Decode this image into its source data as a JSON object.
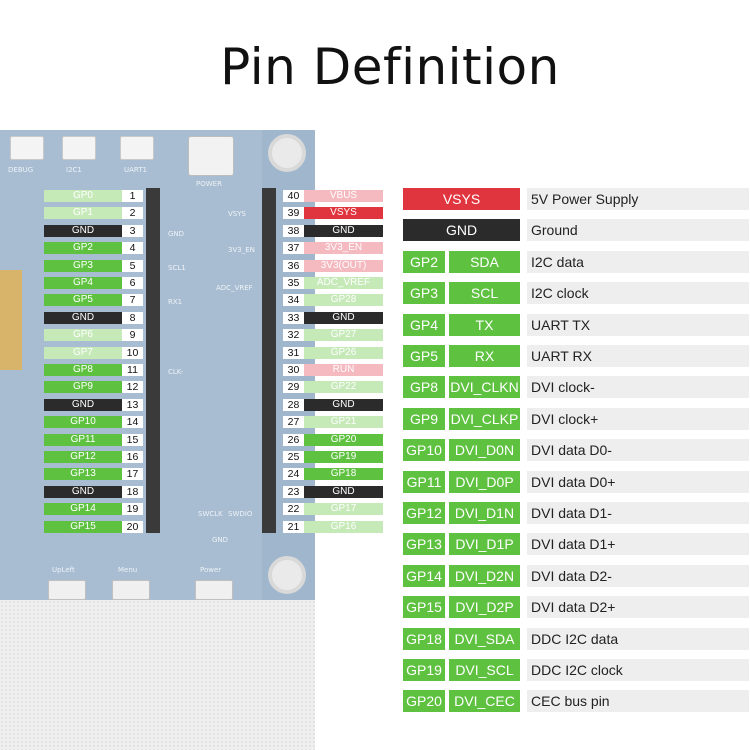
{
  "title": "Pin Definition",
  "colors": {
    "green": "#5ec140",
    "light_green": "#c6e9b8",
    "black": "#2b2b2b",
    "red": "#e0343f",
    "pink": "#f5b9c0",
    "board": "#a8bdd2"
  },
  "board_silk": [
    "DEBUG",
    "I2C1",
    "UART1",
    "POWER",
    "VSYS",
    "GND",
    "3V3_EN",
    "SCL1",
    "ADC_VREF",
    "RX1",
    "CLK-",
    "SWCLK",
    "SWDIO",
    "GND",
    "UpLeft",
    "Menu",
    "Power"
  ],
  "left_pins": [
    {
      "label": "GP0",
      "num": "1",
      "color": "lgreen"
    },
    {
      "label": "GP1",
      "num": "2",
      "color": "lgreen"
    },
    {
      "label": "GND",
      "num": "3",
      "color": "black"
    },
    {
      "label": "GP2",
      "num": "4",
      "color": "green"
    },
    {
      "label": "GP3",
      "num": "5",
      "color": "green"
    },
    {
      "label": "GP4",
      "num": "6",
      "color": "green"
    },
    {
      "label": "GP5",
      "num": "7",
      "color": "green"
    },
    {
      "label": "GND",
      "num": "8",
      "color": "black"
    },
    {
      "label": "GP6",
      "num": "9",
      "color": "lgreen"
    },
    {
      "label": "GP7",
      "num": "10",
      "color": "lgreen"
    },
    {
      "label": "GP8",
      "num": "11",
      "color": "green"
    },
    {
      "label": "GP9",
      "num": "12",
      "color": "green"
    },
    {
      "label": "GND",
      "num": "13",
      "color": "black"
    },
    {
      "label": "GP10",
      "num": "14",
      "color": "green"
    },
    {
      "label": "GP11",
      "num": "15",
      "color": "green"
    },
    {
      "label": "GP12",
      "num": "16",
      "color": "green"
    },
    {
      "label": "GP13",
      "num": "17",
      "color": "green"
    },
    {
      "label": "GND",
      "num": "18",
      "color": "black"
    },
    {
      "label": "GP14",
      "num": "19",
      "color": "green"
    },
    {
      "label": "GP15",
      "num": "20",
      "color": "green"
    }
  ],
  "right_pins": [
    {
      "label": "VBUS",
      "num": "40",
      "color": "pink"
    },
    {
      "label": "VSYS",
      "num": "39",
      "color": "red"
    },
    {
      "label": "GND",
      "num": "38",
      "color": "black"
    },
    {
      "label": "3V3_EN",
      "num": "37",
      "color": "pink"
    },
    {
      "label": "3V3(OUT)",
      "num": "36",
      "color": "pink"
    },
    {
      "label": "ADC_VREF",
      "num": "35",
      "color": "lgreen"
    },
    {
      "label": "GP28",
      "num": "34",
      "color": "lgreen"
    },
    {
      "label": "GND",
      "num": "33",
      "color": "black"
    },
    {
      "label": "GP27",
      "num": "32",
      "color": "lgreen"
    },
    {
      "label": "GP26",
      "num": "31",
      "color": "lgreen"
    },
    {
      "label": "RUN",
      "num": "30",
      "color": "pink"
    },
    {
      "label": "GP22",
      "num": "29",
      "color": "lgreen"
    },
    {
      "label": "GND",
      "num": "28",
      "color": "black"
    },
    {
      "label": "GP21",
      "num": "27",
      "color": "lgreen"
    },
    {
      "label": "GP20",
      "num": "26",
      "color": "green"
    },
    {
      "label": "GP19",
      "num": "25",
      "color": "green"
    },
    {
      "label": "GP18",
      "num": "24",
      "color": "green"
    },
    {
      "label": "GND",
      "num": "23",
      "color": "black"
    },
    {
      "label": "GP17",
      "num": "22",
      "color": "lgreen"
    },
    {
      "label": "GP16",
      "num": "21",
      "color": "lgreen"
    }
  ],
  "definitions": [
    {
      "pin": "VSYS",
      "func": "",
      "desc": "5V Power Supply",
      "color": "red"
    },
    {
      "pin": "GND",
      "func": "",
      "desc": "Ground",
      "color": "black"
    },
    {
      "pin": "GP2",
      "func": "SDA",
      "desc": "I2C data",
      "color": "green"
    },
    {
      "pin": "GP3",
      "func": "SCL",
      "desc": "I2C clock",
      "color": "green"
    },
    {
      "pin": "GP4",
      "func": "TX",
      "desc": "UART TX",
      "color": "green"
    },
    {
      "pin": "GP5",
      "func": "RX",
      "desc": "UART RX",
      "color": "green"
    },
    {
      "pin": "GP8",
      "func": "DVI_CLKN",
      "desc": "DVI clock-",
      "color": "green"
    },
    {
      "pin": "GP9",
      "func": "DVI_CLKP",
      "desc": "DVI clock+",
      "color": "green"
    },
    {
      "pin": "GP10",
      "func": "DVI_D0N",
      "desc": "DVI data D0-",
      "color": "green"
    },
    {
      "pin": "GP11",
      "func": "DVI_D0P",
      "desc": "DVI data D0+",
      "color": "green"
    },
    {
      "pin": "GP12",
      "func": "DVI_D1N",
      "desc": "DVI data D1-",
      "color": "green"
    },
    {
      "pin": "GP13",
      "func": "DVI_D1P",
      "desc": "DVI data D1+",
      "color": "green"
    },
    {
      "pin": "GP14",
      "func": "DVI_D2N",
      "desc": "DVI data D2-",
      "color": "green"
    },
    {
      "pin": "GP15",
      "func": "DVI_D2P",
      "desc": "DVI data D2+",
      "color": "green"
    },
    {
      "pin": "GP18",
      "func": "DVI_SDA",
      "desc": "DDC I2C data",
      "color": "green"
    },
    {
      "pin": "GP19",
      "func": "DVI_SCL",
      "desc": "DDC I2C clock",
      "color": "green"
    },
    {
      "pin": "GP20",
      "func": "DVI_CEC",
      "desc": "CEC bus pin",
      "color": "green"
    }
  ]
}
